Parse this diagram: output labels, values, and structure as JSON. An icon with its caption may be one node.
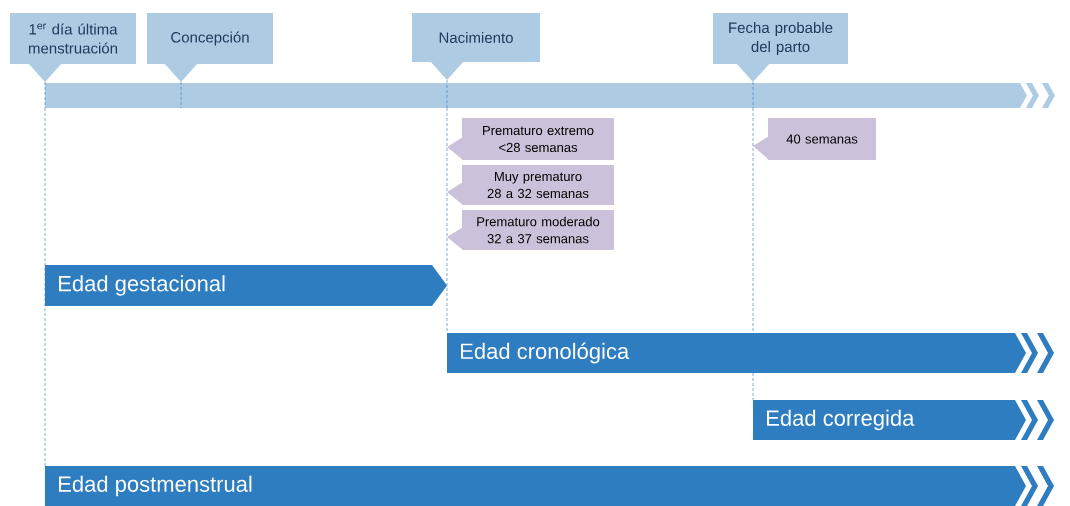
{
  "diagram": {
    "nodes": [
      {
        "text": [
          "1$^{er}$ día última menstruación"
        ]
      },
      {
        "text": [
          "Concepción"
        ]
      },
      {
        "text": [
          "Nacimiento"
        ]
      },
      {
        "text": [
          "Fecha probable del parto"
        ]
      },
      {
        "text": [],
        "shape": "bar"
      },
      {
        "text": [
          "Prematuro extremo <28 semanas"
        ]
      },
      {
        "text": [
          "Muy prematuro 28 a 32 semanas"
        ]
      },
      {
        "text": [
          "Prematuro moderado 32 a 37 semanas"
        ]
      },
      {
        "text": [
          "40 semanas"
        ]
      },
      {
        "text": [
          "Edad gestacional"
        ]
      },
      {
        "text": [
          "Edad cronológica"
        ]
      },
      {
        "text": [
          "Edad corregida"
        ]
      },
      {
        "text": [
          "Edad postmenstrual"
        ]
      }
    ],
    "edges": [
      {
        "from": 0,
        "to": 4,
        "arrow": "none",
        "style": "dashed"
      },
      {
        "from": 1,
        "to": 4,
        "arrow": "none",
        "style": "dashed"
      },
      {
        "from": 2,
        "to": 4,
        "arrow": "none",
        "style": "dashed"
      },
      {
        "from": 3,
        "to": 4,
        "arrow": "none",
        "style": "dashed"
      },
      {
        "from": 4,
        "to": 12,
        "arrow": "none",
        "style": "dashed"
      },
      {
        "from": 4,
        "to": 10,
        "arrow": "none",
        "style": "dashed"
      },
      {
        "from": 4,
        "to": 10,
        "arrow": "none",
        "style": "dashed"
      },
      {
        "from": 10,
        "to": 11,
        "arrow": "none",
        "style": "dashed"
      }
    ]
  }
}
